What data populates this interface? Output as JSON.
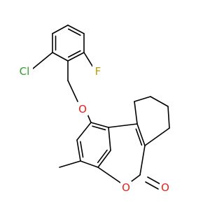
{
  "structure": {
    "atoms": [
      {
        "id": "cl",
        "symbol": "Cl"
      },
      {
        "id": "f",
        "symbol": "F"
      },
      {
        "id": "o_ether",
        "symbol": "O"
      },
      {
        "id": "o_ring",
        "symbol": "O"
      },
      {
        "id": "o_carbonyl",
        "symbol": "O"
      }
    ]
  },
  "colors": {
    "bond": "#000000",
    "Cl": "#2e9e2e",
    "F": "#b8a000",
    "O": "#e8201c"
  }
}
